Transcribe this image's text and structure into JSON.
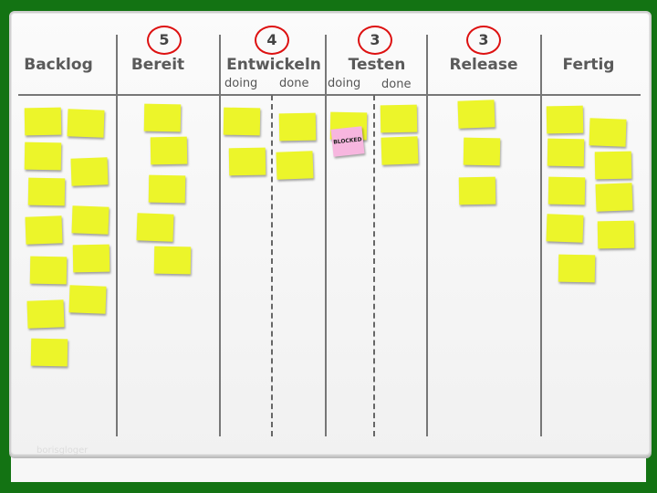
{
  "board": {
    "columns": [
      {
        "title": "Backlog",
        "wip": ""
      },
      {
        "title": "Bereit",
        "wip": "5"
      },
      {
        "title": "Entwickeln",
        "wip": "4"
      },
      {
        "title": "Testen",
        "wip": "3"
      },
      {
        "title": "Release",
        "wip": "3"
      },
      {
        "title": "Fertig",
        "wip": ""
      }
    ],
    "subcolumns": {
      "entwickeln_doing": "doing",
      "entwickeln_done": "done",
      "testen_doing": "doing",
      "testen_done": "done"
    },
    "blocked_label": "BLOCKED",
    "watermark": "borisgloger"
  },
  "colors": {
    "frame": "#137313",
    "sticky": "#ecf52a",
    "blocked_sticky": "#f7b6df",
    "wip_circle": "#dd1111"
  }
}
